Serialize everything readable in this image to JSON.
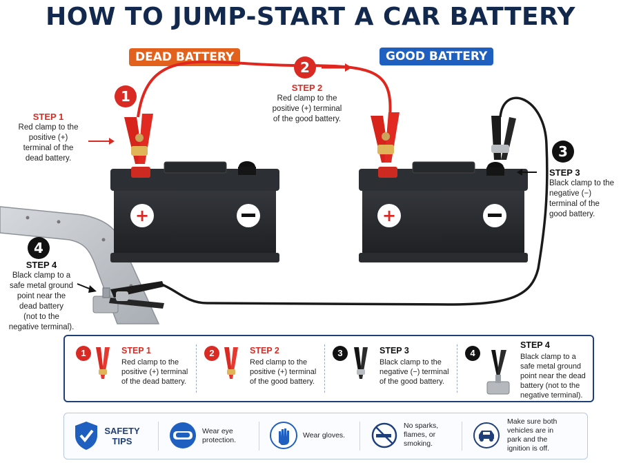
{
  "title": "HOW TO JUMP-START A CAR BATTERY",
  "labels": {
    "dead": "DEAD BATTERY",
    "good": "GOOD BATTERY"
  },
  "steps": [
    {
      "num": "1",
      "heading": "STEP 1",
      "line1": "Red clamp to the",
      "line2": "positive (+)",
      "line3": "terminal of the",
      "line4": "dead battery."
    },
    {
      "num": "2",
      "heading": "STEP 2",
      "line1": "Red clamp to the",
      "line2": "positive (+) terminal",
      "line3": "of the good battery."
    },
    {
      "num": "3",
      "heading": "STEP 3",
      "line1": "Black clamp to the",
      "line2": "negative (−)",
      "line3": "terminal of the",
      "line4": "good battery."
    },
    {
      "num": "4",
      "heading": "STEP 4",
      "line1": "Black clamp to a",
      "line2": "safe metal ground",
      "line3": "point near the",
      "line4": "dead battery",
      "line5": "(not to the",
      "line6": "negative terminal)."
    }
  ],
  "summary": [
    {
      "num": "1",
      "heading": "STEP 1",
      "line1": "Red clamp to the",
      "line2": "positive (+) terminal",
      "line3": "of the dead battery."
    },
    {
      "num": "2",
      "heading": "STEP 2",
      "line1": "Red clamp to the",
      "line2": "positive (+) terminal",
      "line3": "of the good battery."
    },
    {
      "num": "3",
      "heading": "STEP 3",
      "line1": "Black clamp to the",
      "line2": "negative (−) terminal",
      "line3": "of the good battery."
    },
    {
      "num": "4",
      "heading": "STEP 4",
      "line1": "Black clamp to a",
      "line2": "safe metal ground",
      "line3": "point near the dead",
      "line4": "battery (not to the",
      "line5": "negative terminal)."
    }
  ],
  "safety": {
    "title1": "SAFETY",
    "title2": "TIPS",
    "tips": [
      {
        "icon": "goggles-icon",
        "line1": "Wear eye",
        "line2": "protection."
      },
      {
        "icon": "glove-icon",
        "line1": "Wear gloves."
      },
      {
        "icon": "no-smoking-icon",
        "line1": "No sparks,",
        "line2": "flames, or",
        "line3": "smoking."
      },
      {
        "icon": "car-icon",
        "line1": "Make sure both",
        "line2": "vehicles are in",
        "line3": "park and the",
        "line4": "ignition is off."
      }
    ]
  },
  "terminals": {
    "plus": "+",
    "minus": "−"
  },
  "colors": {
    "title": "#13284d",
    "dead": "#e2611c",
    "good": "#1f5fbf",
    "red": "#d92b23",
    "black": "#111111"
  }
}
